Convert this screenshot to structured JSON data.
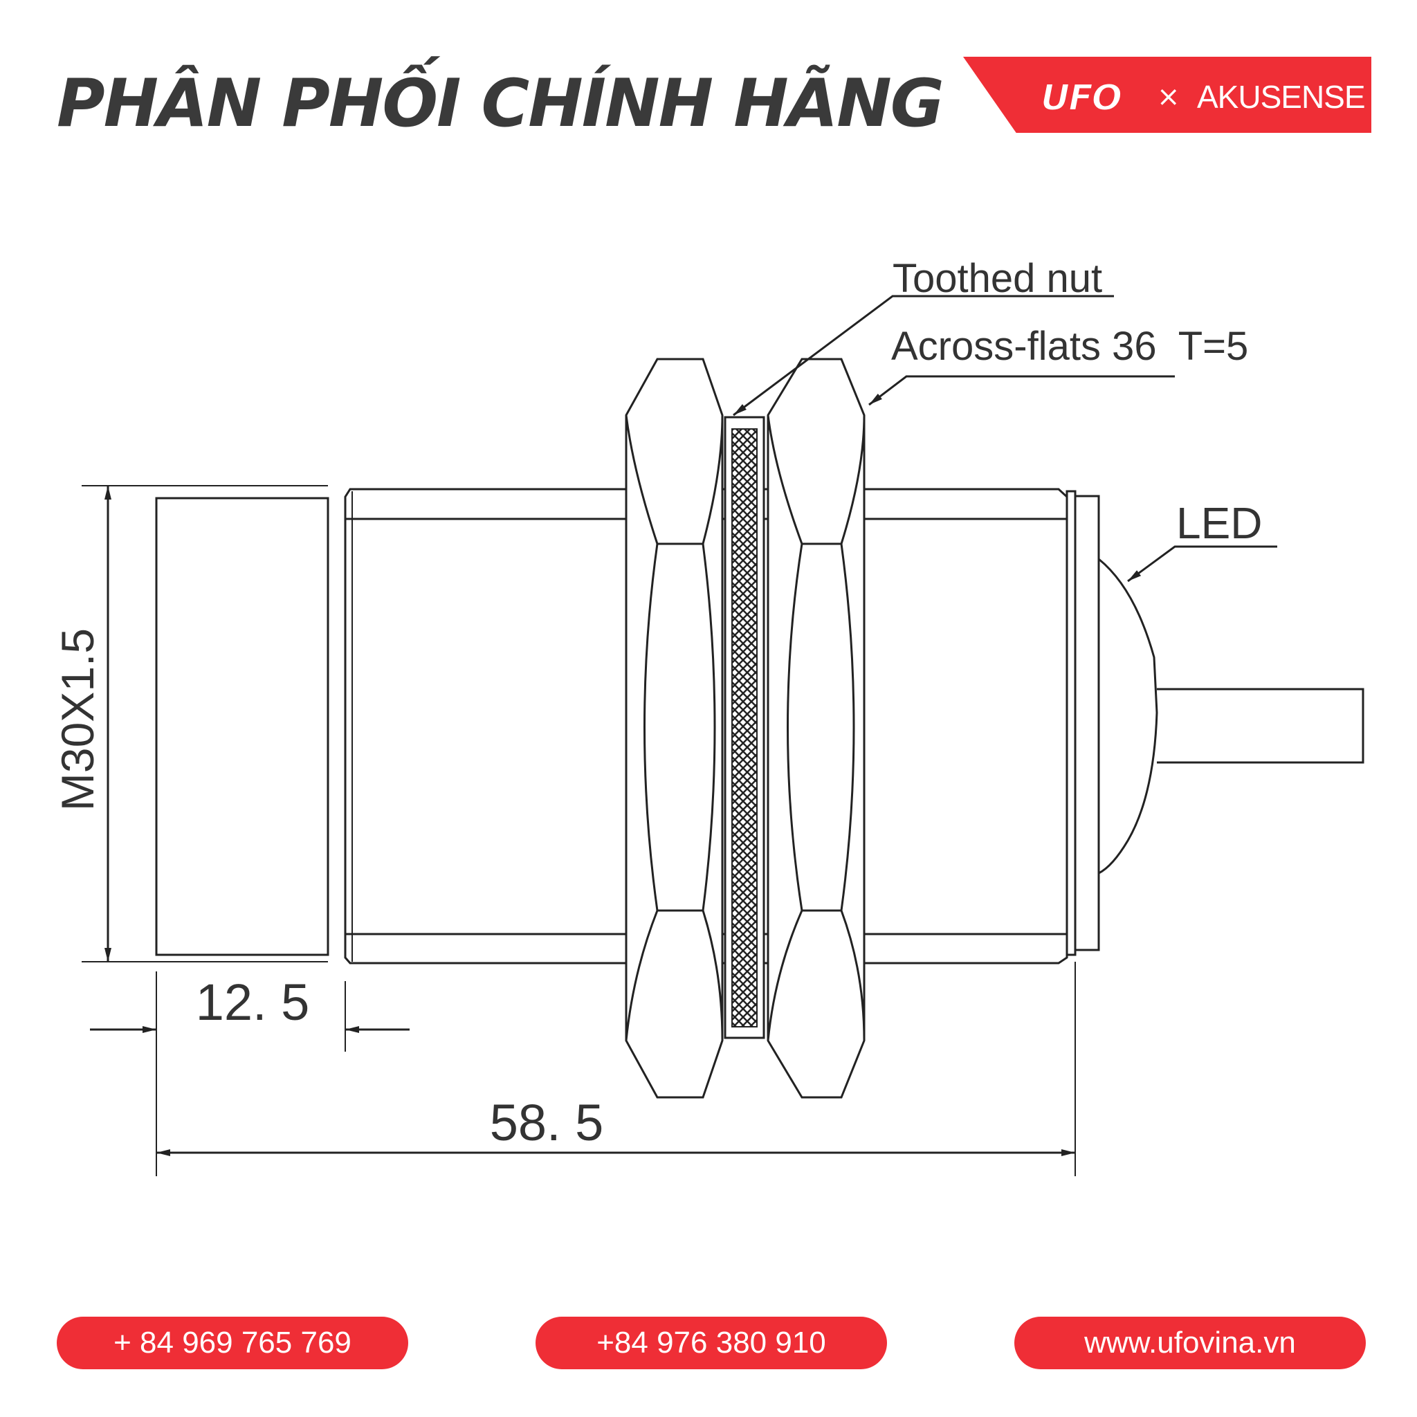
{
  "header": {
    "headline": "PHÂN PHỐI CHÍNH HÃNG",
    "brand": {
      "logo_text": "UFO",
      "separator": "×",
      "partner": "AKUSENSE"
    }
  },
  "drawing": {
    "labels": {
      "toothed_nut": "Toothed nut",
      "across_flats": "Across-flats 36  T=5",
      "led": "LED",
      "thread": "M30X1.5",
      "dim_short": "12. 5",
      "dim_total": "58. 5"
    }
  },
  "contacts": {
    "phone_1": "+ 84 969 765 769",
    "phone_2": "+84 976 380 910",
    "website": "www.ufovina.vn"
  },
  "colors": {
    "accent": "#ef2e36",
    "headline": "#3a3a3a",
    "line": "#222222",
    "background": "#ffffff"
  }
}
